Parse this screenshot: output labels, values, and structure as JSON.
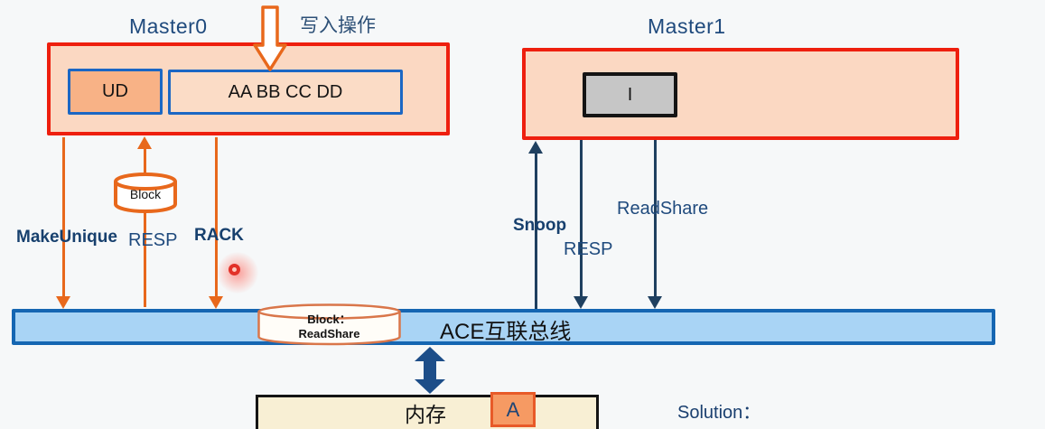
{
  "master0": {
    "title": "Master0",
    "cache_state": "UD",
    "cache_data": "AA BB CC DD"
  },
  "write_op": {
    "label": "写入操作"
  },
  "master1": {
    "title": "Master1",
    "cache_state": "I"
  },
  "left_channel": {
    "makeunique_label": "MakeUnique",
    "resp_label": "RESP",
    "rack_label": "RACK",
    "block_cylinder_label": "Block"
  },
  "right_channel": {
    "snoop_label": "Snoop",
    "resp_label": "RESP",
    "readshare_label": "ReadShare"
  },
  "bus": {
    "label": "ACE互联总线",
    "cylinder_line1": "Block：",
    "cylinder_line2": "ReadShare"
  },
  "memory": {
    "label": "内存",
    "block_label": "A"
  },
  "solution_label": "Solution：",
  "colors": {
    "master_border": "#ee1f0e",
    "master_fill": "#fbd8c2",
    "ud_fill": "#f8b286",
    "cache_border": "#1b67c4",
    "invalid_fill": "#c6c6c6",
    "orange_arrow": "#e8681c",
    "navy_arrow": "#1f4060",
    "navy_text": "#17406e",
    "bus_fill": "#a9d4f5",
    "bus_border": "#1566b2",
    "double_arrow": "#1d4e89",
    "memory_fill": "#f8efd4",
    "a_fill": "#f69a63",
    "laser_red": "#e23128"
  },
  "icons": {
    "write_operation_arrow": "hollow-down-arrow",
    "block_cylinder": "cylinder",
    "bus_cylinder": "cylinder",
    "bus_memory_link": "double-vertical-arrow",
    "laser_pointer": "red-dot"
  }
}
